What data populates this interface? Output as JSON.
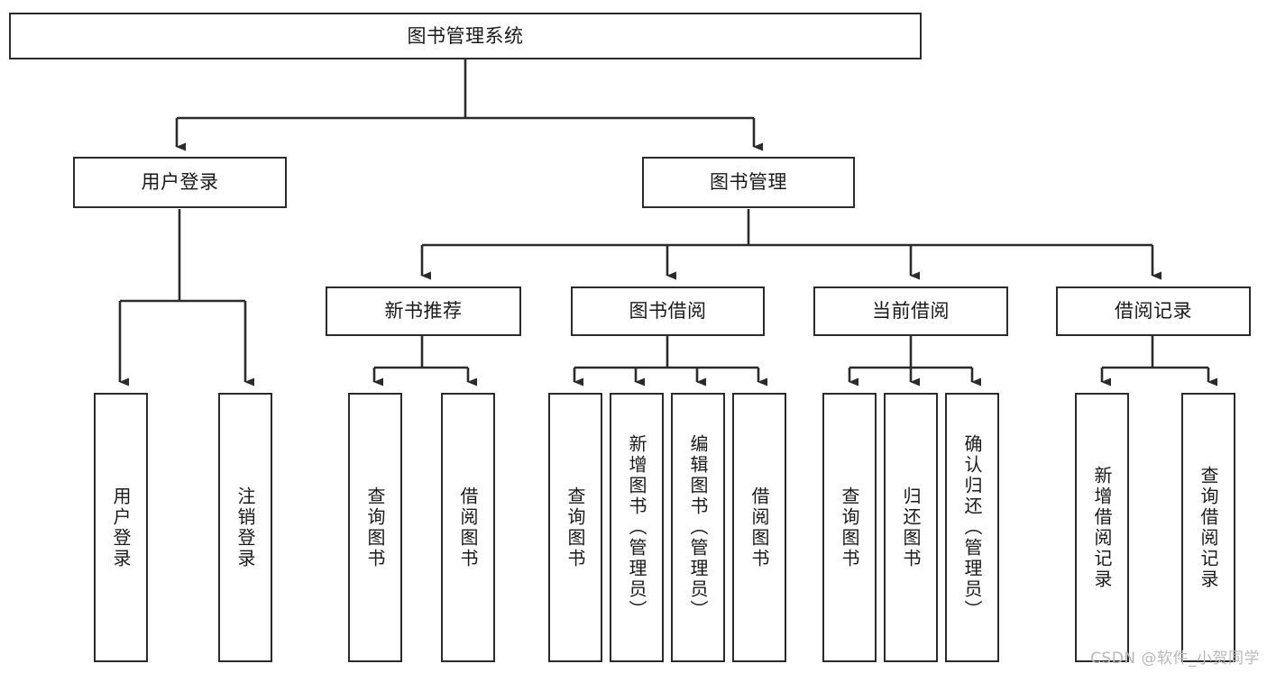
{
  "diagram": {
    "type": "tree-hierarchy",
    "title_node": "图书管理系统",
    "watermark": "CSDN @软件_小贺同学",
    "colors": {
      "stroke": "#2b2b2b",
      "fill": "#ffffff",
      "text": "#1a1a1a",
      "watermark": "#b9b9b9"
    }
  },
  "nodes": {
    "root": {
      "label": "图书管理系统"
    },
    "level2": [
      {
        "label": "用户登录"
      },
      {
        "label": "图书管理"
      }
    ],
    "level3": [
      {
        "label": "新书推荐"
      },
      {
        "label": "图书借阅"
      },
      {
        "label": "当前借阅"
      },
      {
        "label": "借阅记录"
      }
    ],
    "leaves": {
      "user_login": [
        {
          "label": "用户登录"
        },
        {
          "label": "注销登录"
        }
      ],
      "new_book_recommend": [
        {
          "label": "查询图书"
        },
        {
          "label": "借阅图书"
        }
      ],
      "book_borrow": [
        {
          "label": "查询图书"
        },
        {
          "label": "新增图书（管理员）"
        },
        {
          "label": "编辑图书（管理员）"
        },
        {
          "label": "借阅图书"
        }
      ],
      "current_borrow": [
        {
          "label": "查询图书"
        },
        {
          "label": "归还图书"
        },
        {
          "label": "确认归还（管理员）"
        }
      ],
      "borrow_record": [
        {
          "label": "新增借阅记录"
        },
        {
          "label": "查询借阅记录"
        }
      ]
    }
  }
}
